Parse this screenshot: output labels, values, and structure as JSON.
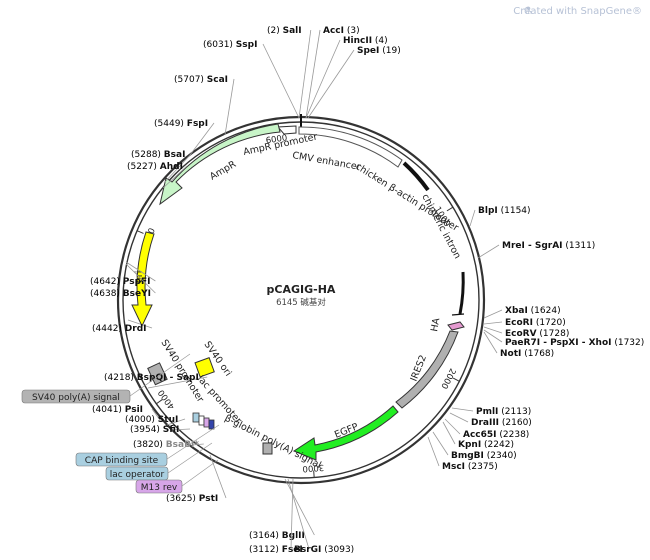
{
  "watermark": "Created with SnapGene®",
  "plasmid": {
    "name": "pCAGIG-HA",
    "length": 6145,
    "length_label": "6145 碱基对"
  },
  "ticks": [
    "1000",
    "2000",
    "3000",
    "4000",
    "5000",
    "6000"
  ],
  "sites": [
    {
      "pos": "(2)",
      "name": "SalI",
      "side": "L"
    },
    {
      "pos": "(6031)",
      "name": "SspI",
      "side": "L"
    },
    {
      "pos": "(5707)",
      "name": "ScaI",
      "side": "L"
    },
    {
      "pos": "(5449)",
      "name": "FspI",
      "side": "L"
    },
    {
      "pos": "(5288)",
      "name": "BsaI",
      "side": "L"
    },
    {
      "pos": "(5227)",
      "name": "AhdI",
      "side": "L"
    },
    {
      "pos": "(4642)",
      "name": "PspFI",
      "side": "L"
    },
    {
      "pos": "(4638)",
      "name": "BseYI",
      "side": "L"
    },
    {
      "pos": "(4442)",
      "name": "DrdI",
      "side": "L"
    },
    {
      "pos": "(4218)",
      "name": "BspQI - SapI",
      "side": "L"
    },
    {
      "pos": "(4041)",
      "name": "PsiI",
      "side": "L"
    },
    {
      "pos": "(4000)",
      "name": "StuI",
      "side": "L"
    },
    {
      "pos": "(3954)",
      "name": "SfiI",
      "side": "L"
    },
    {
      "pos": "(3820)",
      "name": "BsaBI*",
      "side": "L",
      "grey": true
    },
    {
      "pos": "(3625)",
      "name": "PstI",
      "side": "L"
    },
    {
      "pos": "(3164)",
      "name": "BglII",
      "side": "L"
    },
    {
      "pos": "(3112)",
      "name": "FseI",
      "side": "L"
    },
    {
      "pos": "(3093)",
      "name": "BsrGI",
      "side": "R"
    },
    {
      "pos": "(3)",
      "name": "AccI",
      "side": "R"
    },
    {
      "pos": "(4)",
      "name": "HincII",
      "side": "R"
    },
    {
      "pos": "(19)",
      "name": "SpeI",
      "side": "R"
    },
    {
      "pos": "(1154)",
      "name": "BlpI",
      "side": "R"
    },
    {
      "pos": "(1311)",
      "name": "MreI - SgrAI",
      "side": "R"
    },
    {
      "pos": "(1624)",
      "name": "XbaI",
      "side": "R"
    },
    {
      "pos": "(1720)",
      "name": "EcoRI",
      "side": "R"
    },
    {
      "pos": "(1728)",
      "name": "EcoRV",
      "side": "R"
    },
    {
      "pos": "(1732)",
      "name": "PaeR7I - PspXI - XhoI",
      "side": "R"
    },
    {
      "pos": "(1768)",
      "name": "NotI",
      "side": "R"
    },
    {
      "pos": "(2113)",
      "name": "PmlI",
      "side": "R"
    },
    {
      "pos": "(2160)",
      "name": "DraIII",
      "side": "R"
    },
    {
      "pos": "(2238)",
      "name": "Acc65I",
      "side": "R"
    },
    {
      "pos": "(2242)",
      "name": "KpnI",
      "side": "R"
    },
    {
      "pos": "(2340)",
      "name": "BmgBI",
      "side": "R"
    },
    {
      "pos": "(2375)",
      "name": "MscI",
      "side": "R"
    }
  ],
  "features": [
    {
      "name": "AmpR promoter"
    },
    {
      "name": "CMV enhancer"
    },
    {
      "name": "chicken β-actin promoter"
    },
    {
      "name": "chimeric intron"
    },
    {
      "name": "AmpR"
    },
    {
      "name": "ori"
    },
    {
      "name": "HA"
    },
    {
      "name": "IRES2"
    },
    {
      "name": "EGFP"
    },
    {
      "name": "β-globin poly(A) signal"
    },
    {
      "name": "SV40 ori"
    },
    {
      "name": "SV40 promoter"
    },
    {
      "name": "lac promoter"
    }
  ],
  "badges": [
    {
      "name": "SV40 poly(A) signal",
      "color": "#b3b3b3"
    },
    {
      "name": "CAP binding site",
      "color": "#a9cfe0"
    },
    {
      "name": "lac operator",
      "color": "#a9cfe0"
    },
    {
      "name": "M13 rev",
      "color": "#d7a6e8"
    }
  ],
  "colors": {
    "AmpR": "#c8f5c8",
    "ori": "#ffff00",
    "EGFP": "#22ee22",
    "IRES2": "#b0b0b0",
    "HA": "#e59ad0",
    "backbone": "#333333"
  }
}
